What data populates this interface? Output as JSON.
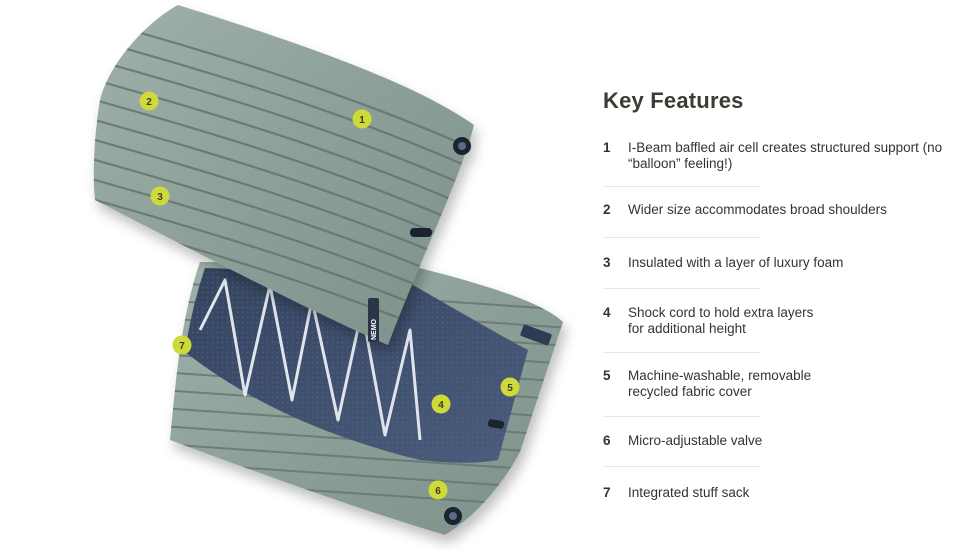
{
  "heading": "Key Features",
  "features": [
    {
      "num": "1",
      "text": "I-Beam baffled air cell creates structured support (no “balloon” feeling!)"
    },
    {
      "num": "2",
      "text": "Wider size accommodates broad shoulders"
    },
    {
      "num": "3",
      "text": "Insulated with a layer of luxury foam"
    },
    {
      "num": "4",
      "text": "Shock cord to hold extra layers for additional height"
    },
    {
      "num": "5",
      "text": "Machine-washable, removable recycled fabric cover"
    },
    {
      "num": "6",
      "text": "Micro-adjustable valve"
    },
    {
      "num": "7",
      "text": "Integrated stuff sack"
    }
  ],
  "callouts": [
    "1",
    "2",
    "3",
    "4",
    "5",
    "6",
    "7"
  ],
  "brand_label": "NEMO",
  "colors": {
    "pillow_fabric": "#8fa29b",
    "stripe": "#66746f",
    "mesh_panel": "#3e4f6d",
    "shock_cord": "#dfe5ea",
    "callout_badge": "#cfd93a",
    "heading_text": "#3a3d33"
  }
}
